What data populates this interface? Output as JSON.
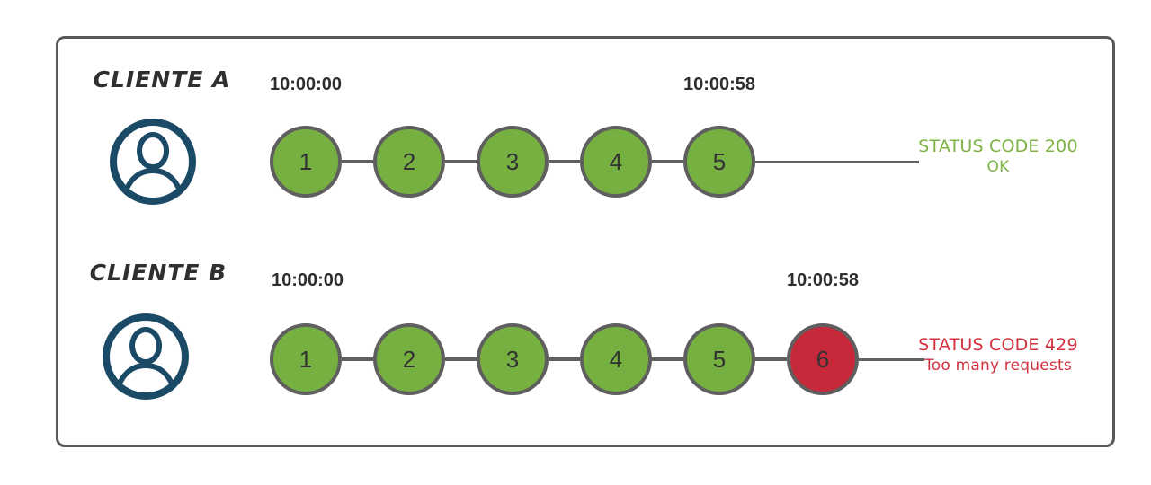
{
  "colors": {
    "green": "#76b041",
    "green_text": "#7cb342",
    "red": "#c5293a",
    "red_text": "#d2323f",
    "navy": "#1a4a66",
    "line": "#5f5f5f",
    "frame_border": "#595959",
    "number": "#333333",
    "time_text": "#2d2d2d",
    "label_text": "#2f2f2f"
  },
  "icons": {
    "client_avatar": "person-avatar-icon"
  },
  "clients": [
    {
      "name": "CLIENTE A",
      "start_time": "10:00:00",
      "end_time": "10:00:58",
      "requests": [
        {
          "label": "1",
          "status": "ok"
        },
        {
          "label": "2",
          "status": "ok"
        },
        {
          "label": "3",
          "status": "ok"
        },
        {
          "label": "4",
          "status": "ok"
        },
        {
          "label": "5",
          "status": "ok"
        }
      ],
      "status_line1": "STATUS CODE 200",
      "status_line2": "OK",
      "status_type": "success"
    },
    {
      "name": "CLIENTE B",
      "start_time": "10:00:00",
      "end_time": "10:00:58",
      "requests": [
        {
          "label": "1",
          "status": "ok"
        },
        {
          "label": "2",
          "status": "ok"
        },
        {
          "label": "3",
          "status": "ok"
        },
        {
          "label": "4",
          "status": "ok"
        },
        {
          "label": "5",
          "status": "ok"
        },
        {
          "label": "6",
          "status": "rate_limited"
        }
      ],
      "status_line1": "STATUS CODE 429",
      "status_line2": "Too many requests",
      "status_type": "error"
    }
  ]
}
